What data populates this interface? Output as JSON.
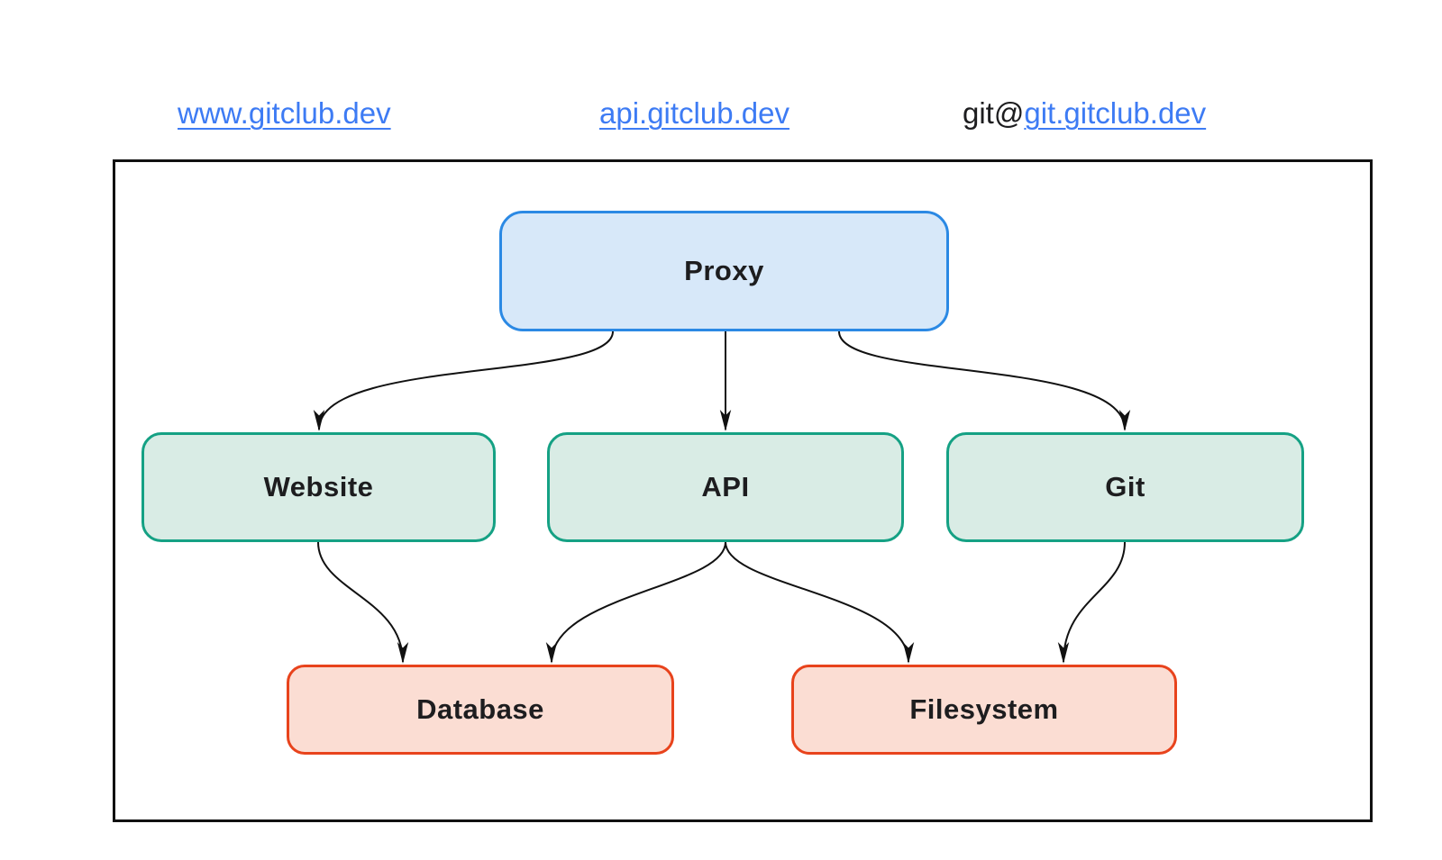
{
  "links": {
    "www": {
      "label": "www.gitclub.dev"
    },
    "api": {
      "label": "api.gitclub.dev"
    },
    "git": {
      "prefix": "git@",
      "label": "git.gitclub.dev"
    }
  },
  "nodes": {
    "proxy": {
      "label": "Proxy"
    },
    "website": {
      "label": "Website"
    },
    "api": {
      "label": "API"
    },
    "git": {
      "label": "Git"
    },
    "database": {
      "label": "Database"
    },
    "filesystem": {
      "label": "Filesystem"
    }
  },
  "edges": [
    {
      "from": "proxy",
      "to": "website"
    },
    {
      "from": "proxy",
      "to": "api"
    },
    {
      "from": "proxy",
      "to": "git"
    },
    {
      "from": "website",
      "to": "database"
    },
    {
      "from": "api",
      "to": "database"
    },
    {
      "from": "api",
      "to": "filesystem"
    },
    {
      "from": "git",
      "to": "filesystem"
    }
  ],
  "colors": {
    "link": "#3D7BF4",
    "text": "#1d1d1f",
    "edge": "#111111",
    "frame": "#111111",
    "proxy_fill": "#D7E8F9",
    "proxy_stroke": "#2B89E4",
    "teal_fill": "#D9ECE5",
    "teal_stroke": "#15A184",
    "red_fill": "#FBDDD3",
    "red_stroke": "#E8431C"
  }
}
